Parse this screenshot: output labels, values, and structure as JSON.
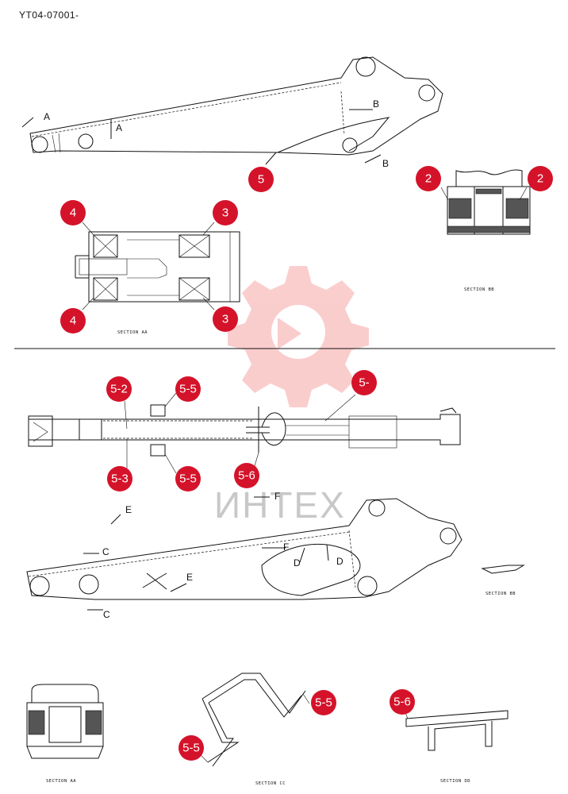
{
  "header": {
    "doc_code": "YT04-07001-"
  },
  "watermark": {
    "text": "ИНТЕХ",
    "color": "#f08080"
  },
  "callouts": {
    "c5_top": "5",
    "c2_left": "2",
    "c2_right": "2",
    "c4_top": "4",
    "c3_top": "3",
    "c4_bot": "4",
    "c3_bot": "3",
    "c52": "5-2",
    "c55_top": "5-5",
    "c5dash": "5-",
    "c53": "5-3",
    "c55_mid": "5-5",
    "c56_mid": "5-6",
    "c55_cc_right": "5-5",
    "c55_cc_left": "5-5",
    "c56_dd": "5-6"
  },
  "section_labels": {
    "A1": "A",
    "A2": "A",
    "B1": "B",
    "B2": "B",
    "E1": "E",
    "C1": "C",
    "F1": "F",
    "F2": "F",
    "D1": "D",
    "D2": "D",
    "E2": "E",
    "C2": "C"
  },
  "captions": {
    "section_aa_top": "SECTION AA",
    "section_bb_top": "SECTION BB",
    "section_bb_small": "SECTION BB",
    "section_aa_bottom": "SECTION AA",
    "section_cc": "SECTION CC",
    "section_dd": "SECTION DD"
  },
  "colors": {
    "callout": "#d4132a",
    "line": "#111111"
  }
}
